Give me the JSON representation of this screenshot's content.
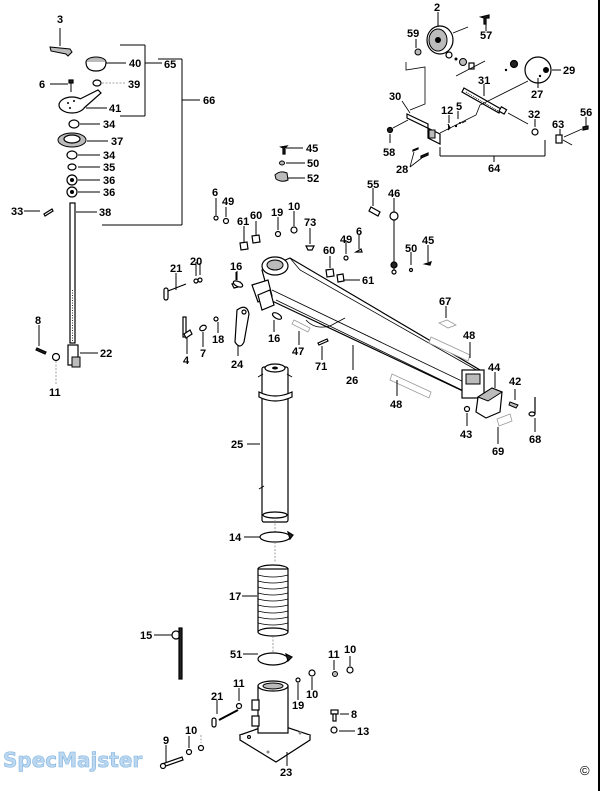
{
  "diagram": {
    "type": "exploded-parts-view",
    "watermark": "SpecMajster",
    "copyright_symbol": "©",
    "part_labels": {
      "p2": "2",
      "p3": "3",
      "p4": "4",
      "p5": "5",
      "p6a": "6",
      "p6b": "6",
      "p6c": "6",
      "p7": "7",
      "p8a": "8",
      "p8b": "8",
      "p9": "9",
      "p10a": "10",
      "p10b": "10",
      "p10c": "10",
      "p10d": "10",
      "p11a": "11",
      "p11b": "11",
      "p11c": "11",
      "p12": "12",
      "p13": "13",
      "p14": "14",
      "p15": "15",
      "p16a": "16",
      "p16b": "16",
      "p17": "17",
      "p18": "18",
      "p19a": "19",
      "p19b": "19",
      "p20": "20",
      "p21a": "21",
      "p21b": "21",
      "p22": "22",
      "p23": "23",
      "p24": "24",
      "p25": "25",
      "p26": "26",
      "p27": "27",
      "p28": "28",
      "p29": "29",
      "p30": "30",
      "p31": "31",
      "p32": "32",
      "p33": "33",
      "p34a": "34",
      "p34b": "34",
      "p35": "35",
      "p36a": "36",
      "p36b": "36",
      "p37": "37",
      "p38": "38",
      "p39": "39",
      "p40": "40",
      "p41": "41",
      "p42": "42",
      "p43": "43",
      "p44": "44",
      "p45a": "45",
      "p45b": "45",
      "p46": "46",
      "p47": "47",
      "p48a": "48",
      "p48b": "48",
      "p49a": "49",
      "p49b": "49",
      "p50a": "50",
      "p50b": "50",
      "p51": "51",
      "p52": "52",
      "p55": "55",
      "p56": "56",
      "p57": "57",
      "p58": "58",
      "p59": "59",
      "p60a": "60",
      "p60b": "60",
      "p61a": "61",
      "p61b": "61",
      "p63": "63",
      "p64": "64",
      "p65": "65",
      "p66": "66",
      "p67": "67",
      "p68": "68",
      "p69": "69",
      "p71": "71",
      "p73": "73"
    }
  }
}
